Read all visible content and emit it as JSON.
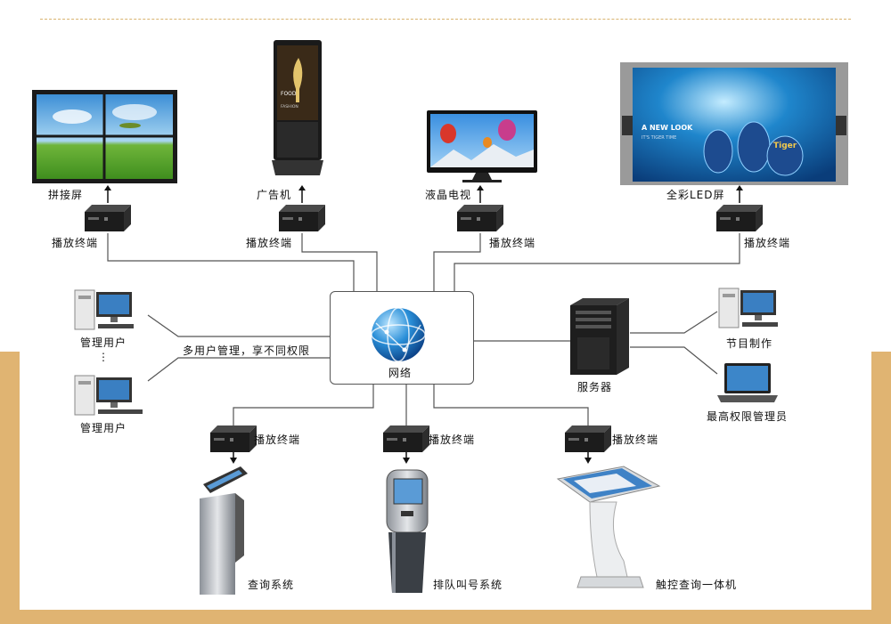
{
  "colors": {
    "band": "#e0b472",
    "line": "#555555",
    "text": "#111111"
  },
  "displays": {
    "splice_screen": "拼接屏",
    "ad_machine": "广告机",
    "lcd_tv": "液晶电视",
    "led_screen": "全彩LED屏"
  },
  "player_label": "播放终端",
  "network": {
    "label": "网络"
  },
  "admin": {
    "user1": "管理用户",
    "ellipsis": "⋮",
    "user2": "管理用户",
    "multi_user": "多用户管理，享不同权限"
  },
  "server": {
    "label": "服务器"
  },
  "program_making": "节目制作",
  "super_admin": "最高权限管理员",
  "kiosks": {
    "query": "查询系统",
    "queue": "排队叫号系统",
    "touch": "触控查询一体机"
  },
  "ad_text": {
    "food": "FOOD",
    "fashion": "FASHION"
  },
  "led_text": {
    "headline": "A NEW LOOK",
    "sub": "IT'S TIGER TIME",
    "brand": "Tiger"
  }
}
